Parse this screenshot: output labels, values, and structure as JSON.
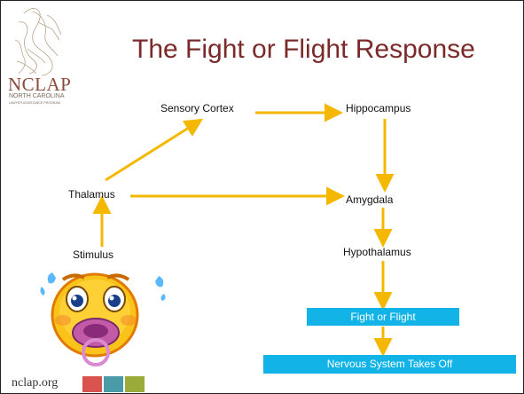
{
  "logo": {
    "name": "NCLAP",
    "subtitle": "NORTH CAROLINA",
    "tagline": "LAWYER ASSISTANCE PROGRAM"
  },
  "title": "The Fight or Flight Response",
  "nodes": {
    "sensory_cortex": "Sensory Cortex",
    "hippocampus": "Hippocampus",
    "thalamus": "Thalamus",
    "amygdala": "Amygdala",
    "stimulus": "Stimulus",
    "hypothalamus": "Hypothalamus",
    "fight_or_flight": "Fight or Flight",
    "nervous_system": "Nervous System Takes Off"
  },
  "footer": {
    "site": "nclap.org",
    "swatch_colors": [
      "#d9534f",
      "#4a9aa8",
      "#9aab3a"
    ]
  },
  "colors": {
    "title": "#7b2a2a",
    "arrow": "#f5b800",
    "box": "#12b3e6"
  }
}
